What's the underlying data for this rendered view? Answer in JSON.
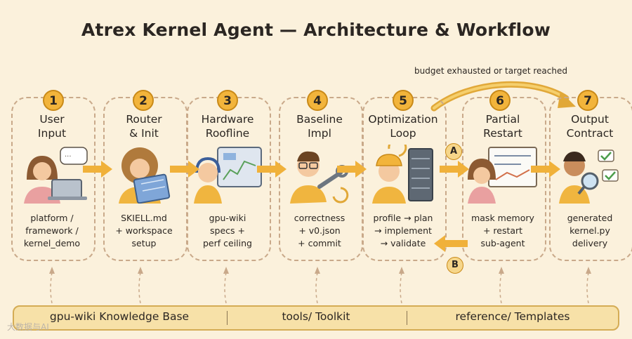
{
  "title": "Atrex Kernel Agent — Architecture & Workflow",
  "loop_label": "budget exhausted or target reached",
  "stages": [
    {
      "num": "1",
      "title_lines": [
        "User",
        "Input"
      ],
      "desc_lines": [
        "platform /",
        "framework /",
        "kernel_demo"
      ],
      "icon": "user-laptop-icon"
    },
    {
      "num": "2",
      "title_lines": [
        "Router",
        "& Init"
      ],
      "desc_lines": [
        "SKIELL.md",
        "+ workspace",
        "setup"
      ],
      "icon": "router-map-icon"
    },
    {
      "num": "3",
      "title_lines": [
        "Hardware",
        "Roofline"
      ],
      "desc_lines": [
        "gpu-wiki",
        "specs +",
        "perf ceiling"
      ],
      "icon": "hardware-monitor-icon"
    },
    {
      "num": "4",
      "title_lines": [
        "Baseline",
        "Impl"
      ],
      "desc_lines": [
        "correctness",
        "+ v0.json",
        "+ commit"
      ],
      "icon": "wrench-icon"
    },
    {
      "num": "5",
      "title_lines": [
        "Optimization",
        "Loop"
      ],
      "desc_lines": [
        "profile → plan",
        "→ implement",
        "→ validate"
      ],
      "icon": "server-rack-icon"
    },
    {
      "num": "6",
      "title_lines": [
        "Partial",
        "Restart"
      ],
      "desc_lines": [
        "mask memory",
        "+ restart",
        "sub-agent"
      ],
      "icon": "whiteboard-icon"
    },
    {
      "num": "7",
      "title_lines": [
        "Output",
        "Contract"
      ],
      "desc_lines": [
        "generated",
        "kernel.py",
        "delivery"
      ],
      "icon": "magnifier-checklist-icon"
    }
  ],
  "loop_markers": {
    "a": "A",
    "b": "B"
  },
  "knowledge_bar": [
    "gpu-wiki Knowledge Base",
    "tools/ Toolkit",
    "reference/ Templates"
  ],
  "watermark": "大数据与AI",
  "colors": {
    "background": "#fbf1dc",
    "badge": "#f2b43b",
    "arrow": "#f0b13a",
    "border": "#c9a98a"
  }
}
